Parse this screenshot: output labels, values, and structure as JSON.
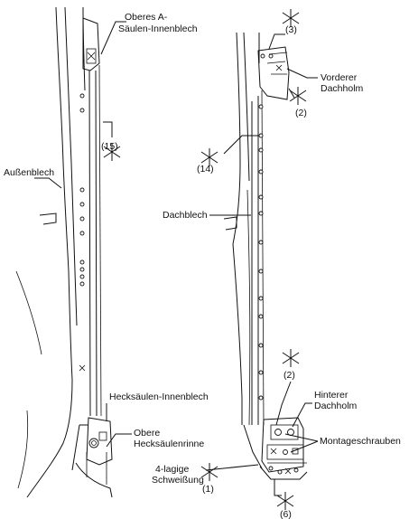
{
  "labels": {
    "oberes_a_saeule_line1": "Oberes A-",
    "oberes_a_saeule_line2": "Säulen-Innenblech",
    "aussenblech": "Außenblech",
    "hecksaeulen_innenblech": "Hecksäulen-Innenblech",
    "obere_hecksaeulenrinne_line1": "Obere",
    "obere_hecksaeulenrinne_line2": "Hecksäulenrinne",
    "vorderer_dachholm_line1": "Vorderer",
    "vorderer_dachholm_line2": "Dachholm",
    "dachblech": "Dachblech",
    "hinterer_dachholm_line1": "Hinterer",
    "hinterer_dachholm_line2": "Dachholm",
    "montageschrauben": "Montageschrauben",
    "vierlagige_line1": "4-lagige",
    "vierlagige_line2": "Schweißung"
  },
  "callouts": {
    "c15": "(15)",
    "c3": "(3)",
    "c2_top": "(2)",
    "c14": "(14)",
    "c2_bottom": "(2)",
    "c1": "(1)",
    "c6": "(6)"
  }
}
